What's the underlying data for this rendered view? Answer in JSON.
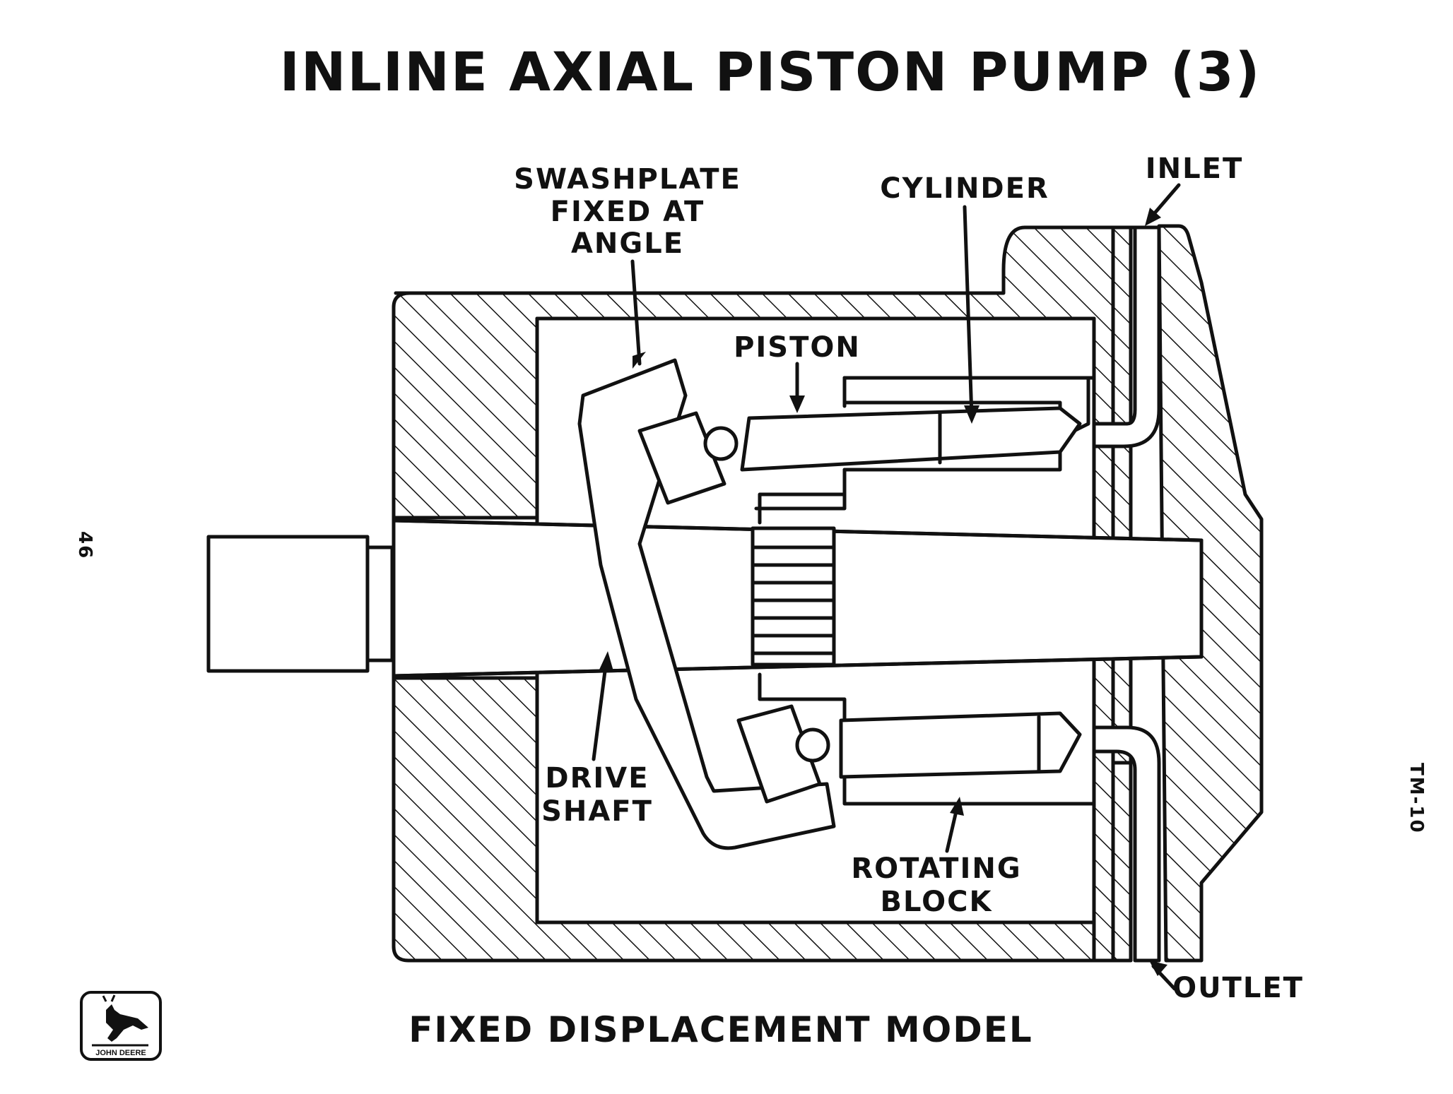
{
  "title": "INLINE AXIAL PISTON PUMP (3)",
  "caption": "FIXED DISPLACEMENT MODEL",
  "page_number": "46",
  "series_code": "TM-10",
  "logo_text": "JOHN DEERE",
  "labels": {
    "swashplate": [
      "SWASHPLATE",
      "FIXED AT",
      "ANGLE"
    ],
    "cylinder": "CYLINDER",
    "inlet": "INLET",
    "piston": "PISTON",
    "drive_shaft": [
      "DRIVE",
      "SHAFT"
    ],
    "rotating_block": [
      "ROTATING",
      "BLOCK"
    ],
    "outlet": "OUTLET"
  }
}
